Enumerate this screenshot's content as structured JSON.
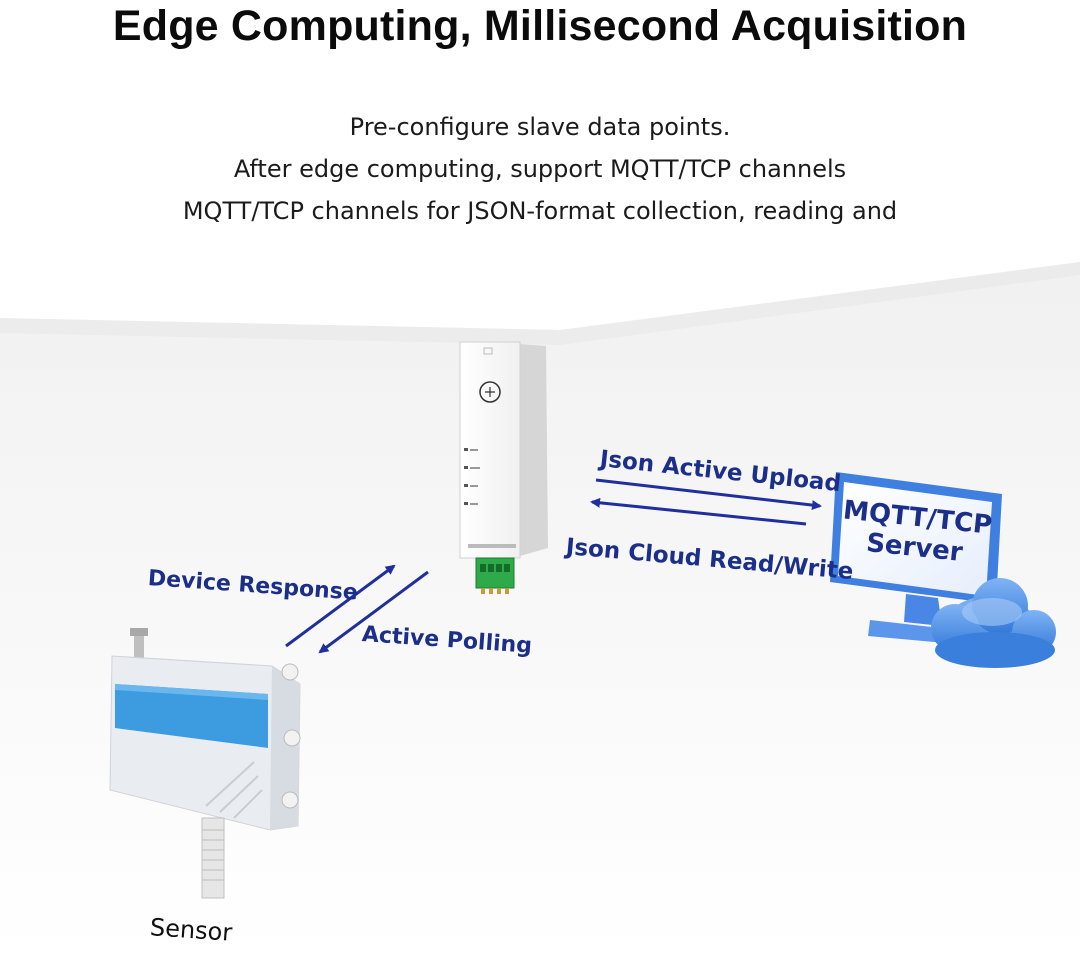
{
  "headline": "Edge Computing, Millisecond Acquisition",
  "description": [
    "Pre-configure slave data points.",
    "After edge computing, support MQTT/TCP channels",
    "MQTT/TCP channels for JSON-format collection, reading and"
  ],
  "diagram": {
    "upload_label": "Json Active Upload",
    "cloud_label": "Json Cloud Read/Write",
    "response_label": "Device Response",
    "polling_label": "Active Polling",
    "server_line1": "MQTT/TCP",
    "server_line2": "Server",
    "sensor_label": "Sensor"
  },
  "colors": {
    "arrow": "#1f2f9e",
    "label": "#1b2f8a",
    "sensor_band": "#3d9be0",
    "cloud": "#3f8ee6",
    "terminal": "#2eaa4a"
  }
}
